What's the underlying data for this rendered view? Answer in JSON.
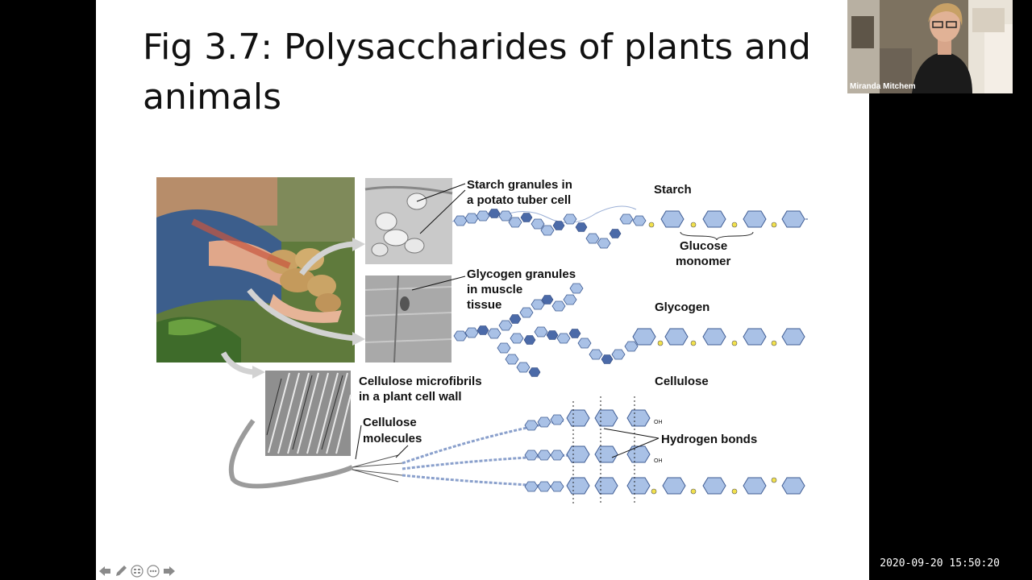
{
  "slide": {
    "title": "Fig 3.7: Polysaccharides of plants and animals",
    "labels": {
      "starch_granules": [
        "Starch granules in",
        "a potato tuber cell"
      ],
      "starch": "Starch",
      "glucose_monomer": [
        "Glucose",
        "monomer"
      ],
      "glycogen_granules": [
        "Glycogen granules",
        "in muscle",
        "tissue"
      ],
      "glycogen": "Glycogen",
      "cellulose_microfibrils": [
        "Cellulose microfibrils",
        "in a plant cell wall"
      ],
      "cellulose": "Cellulose",
      "cellulose_molecules": [
        "Cellulose",
        "molecules"
      ],
      "hydrogen_bonds": "Hydrogen bonds",
      "oh": "OH"
    }
  },
  "video": {
    "participant_name": "Miranda Mitchem"
  },
  "timestamp": "2020-09-20  15:50:20",
  "toolbar": {
    "icons": [
      "previous-icon",
      "pen-icon",
      "slides-icon",
      "more-icon",
      "next-icon"
    ]
  },
  "colors": {
    "monomer_fill": "#a9c1e6",
    "monomer_stroke": "#3f5c93",
    "chain_dark": "#4b6aa8",
    "oxygen": "#f2e14c"
  }
}
